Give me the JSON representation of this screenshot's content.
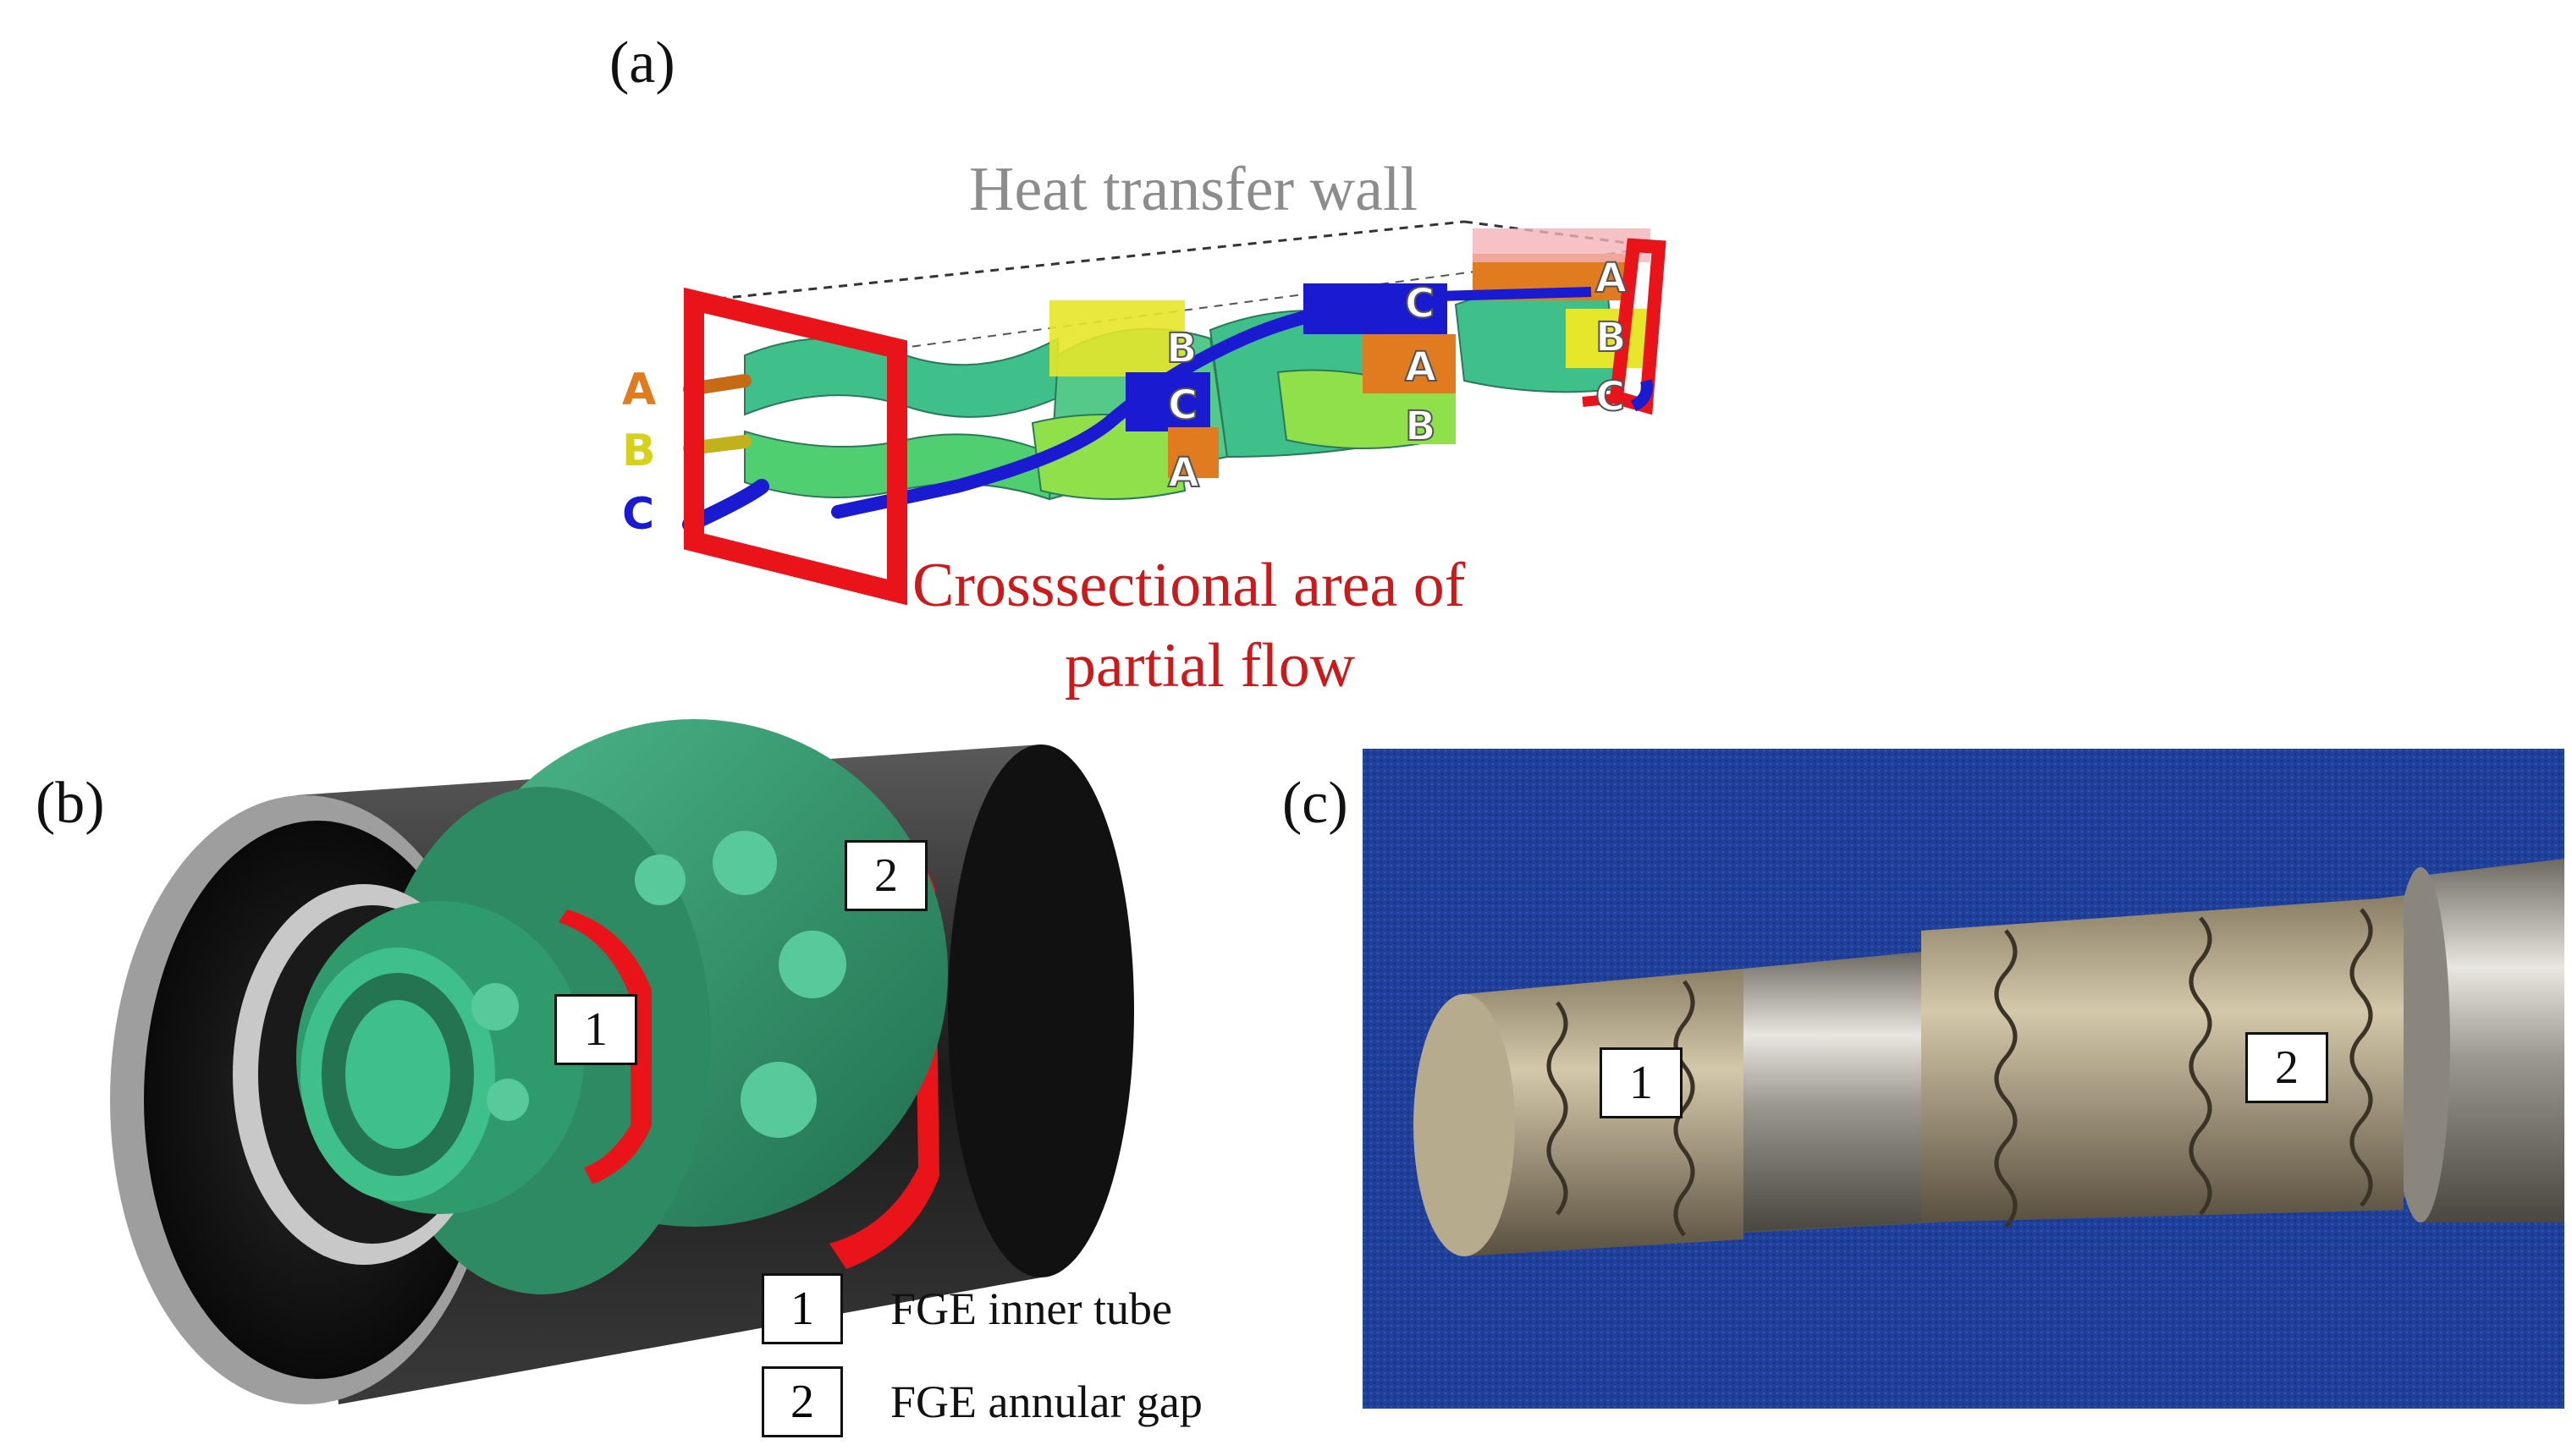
{
  "panels": {
    "a": {
      "label": "(a)"
    },
    "b": {
      "label": "(b)"
    },
    "c": {
      "label": "(c)"
    }
  },
  "panel_a": {
    "wall_label": "Heat transfer wall",
    "crosssection_label_line1": "Crosssectional area of",
    "crosssection_label_line2": "partial flow",
    "inlet_letters": [
      "A",
      "B",
      "C"
    ],
    "colors": {
      "A": "#e07b1f",
      "B": "#e6e62a",
      "C": "#1a1ad0",
      "frame": "#e8141a",
      "surface": "#3fbf8a",
      "wall_label": "#8c8c8c",
      "crosssection_label": "#cc1a1a"
    }
  },
  "panel_b": {
    "marker_1": "1",
    "marker_2": "2",
    "legend": [
      {
        "num": "1",
        "text": "FGE inner tube"
      },
      {
        "num": "2",
        "text": "FGE annular gap"
      }
    ]
  },
  "panel_c": {
    "marker_1": "1",
    "marker_2": "2",
    "background_color": "#1f3f9a"
  }
}
